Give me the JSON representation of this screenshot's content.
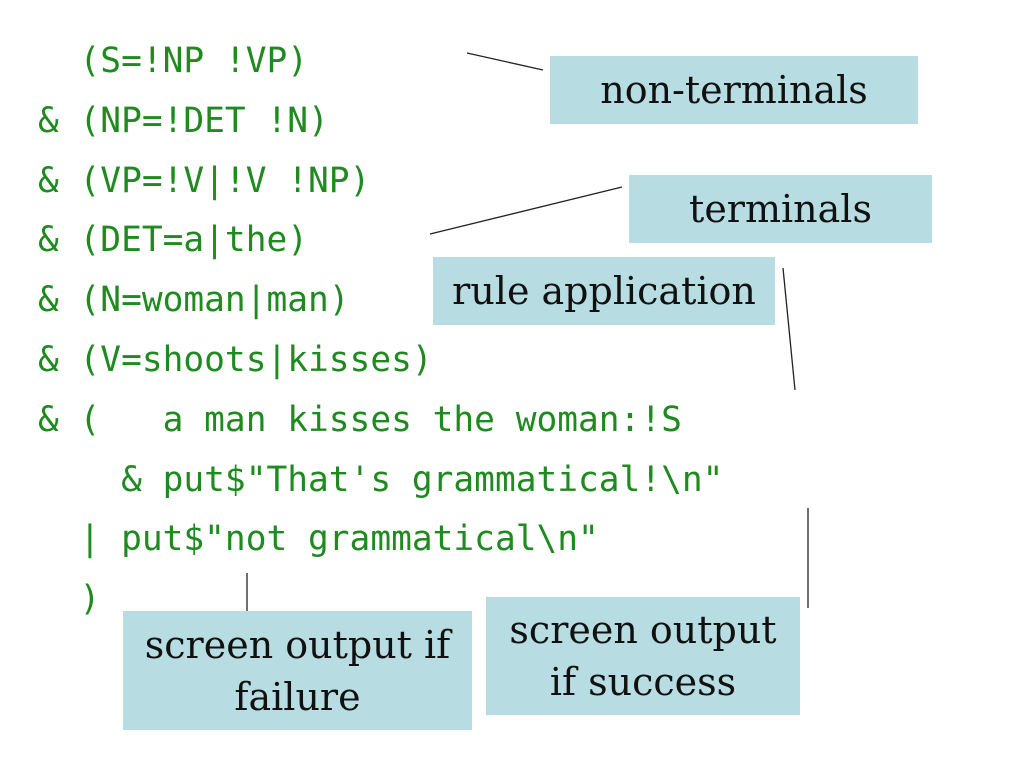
{
  "code": {
    "lines": [
      "  (S=!NP !VP)",
      "& (NP=!DET !N)",
      "& (VP=!V|!V !NP)",
      "& (DET=a|the)",
      "& (N=woman|man)",
      "& (V=shoots|kisses)",
      "& (   a man kisses the woman:!S",
      "    & put$\"That's grammatical!\\n\"",
      "  | put$\"not grammatical\\n\"",
      "  )"
    ],
    "color": "#1f8a1f"
  },
  "labels": {
    "non_terminals": "non-terminals",
    "terminals": "terminals",
    "rule_application": "rule application",
    "output_success": "screen output if success",
    "output_failure": "screen output if failure",
    "box_color": "#b7dde2"
  }
}
